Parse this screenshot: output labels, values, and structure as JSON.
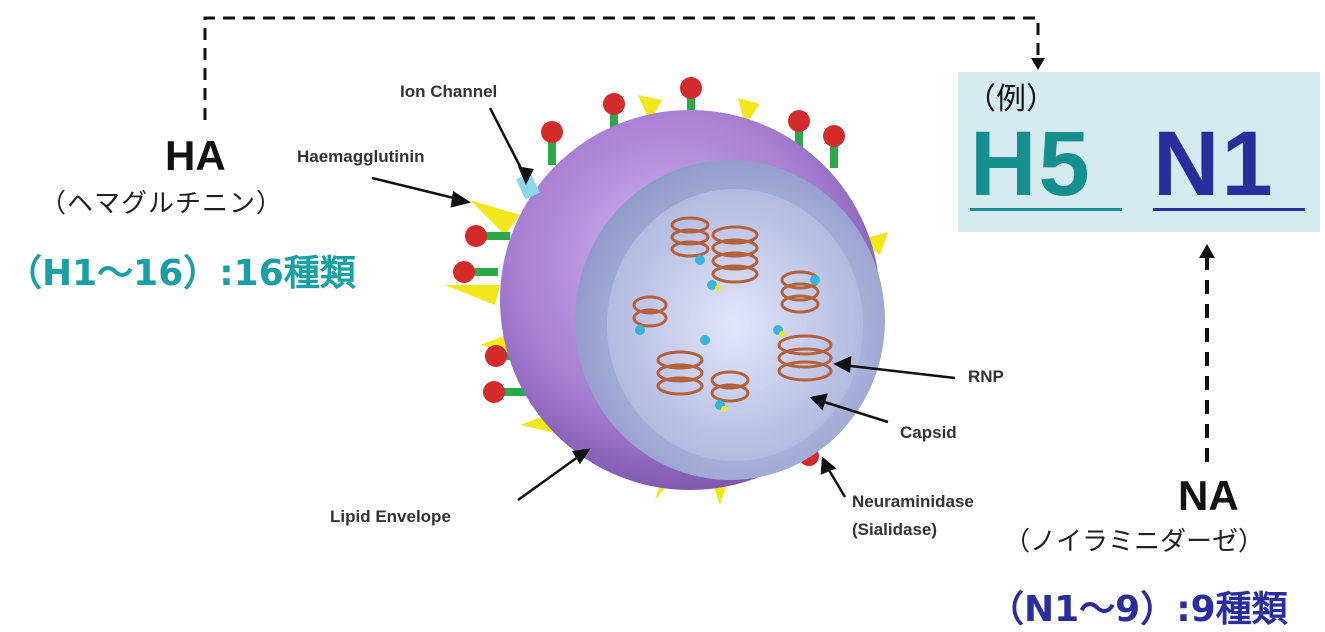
{
  "ha": {
    "title": "HA",
    "kana": "（ヘマグルチニン）",
    "count": "（H1～16）:16種類"
  },
  "na": {
    "title": "NA",
    "kana": "（ノイラミニダーゼ）",
    "count": "（N1～9）:9種類"
  },
  "example": {
    "label": "（例）",
    "h": "H5",
    "n": "N1"
  },
  "virus_labels": {
    "ion_channel": "Ion Channel",
    "haemagglutinin": "Haemagglutinin",
    "rnp": "RNP",
    "capsid": "Capsid",
    "lipid_envelope": "Lipid Envelope",
    "neuraminidase": "Neuraminidase",
    "sialidase": "(Sialidase)"
  },
  "colors": {
    "teal": "#19a0a4",
    "navy": "#2a2d9c",
    "envelope": "#a77fd0",
    "capsid": "#b9c2e6",
    "spike_yellow": "#f1e71a",
    "spike_red": "#d42a2a",
    "spike_green": "#2aa84a"
  }
}
